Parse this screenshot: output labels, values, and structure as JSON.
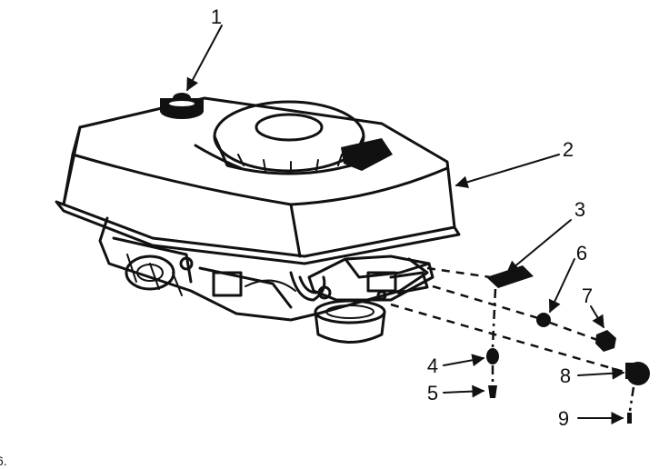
{
  "callouts": {
    "c1": "1",
    "c2": "2",
    "c3": "3",
    "c4": "4",
    "c5": "5",
    "c6": "6",
    "c7": "7",
    "c8": "8",
    "c9": "9"
  },
  "corner_fragment": "6.",
  "colors": {
    "ink": "#111111",
    "paper": "#ffffff"
  }
}
